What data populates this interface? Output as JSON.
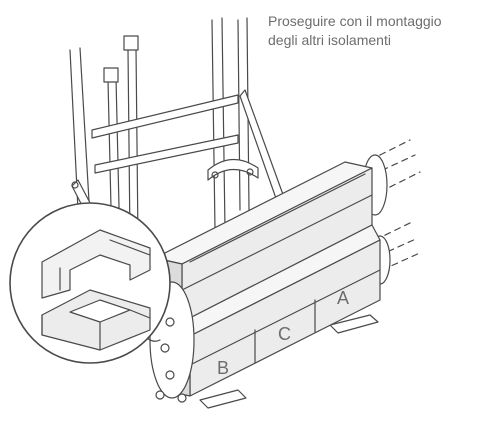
{
  "instruction": {
    "line1": "Proseguire con il montaggio",
    "line2": "degli altri isolamenti"
  },
  "panel_labels": {
    "a": "A",
    "b": "B",
    "c": "C"
  },
  "colors": {
    "line": "#4a4a4a",
    "panel_face": "#ececec",
    "panel_side": "#dcdcdc",
    "panel_top": "#f6f6f6",
    "text": "#6d6d6d"
  }
}
